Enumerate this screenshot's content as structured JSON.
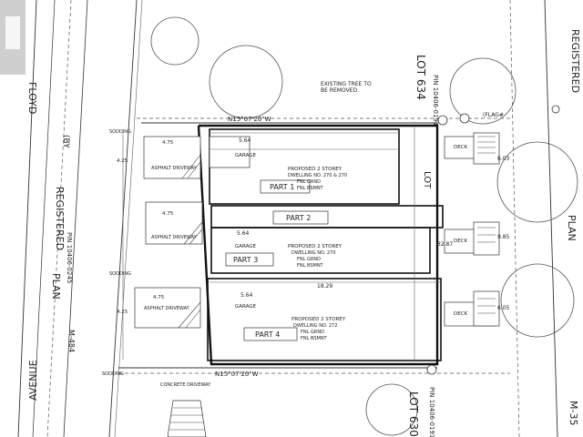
{
  "labels": {
    "avenue": "AVENUE",
    "floyd": "FLOYD",
    "registered_left": "REGISTERED",
    "registered_right": "REGISTERED",
    "plan_left": "PLAN",
    "plan_right": "PLAN",
    "pin_left": "PIN 10406-0245",
    "m484": "M-484",
    "lot634": "LOT 634",
    "lot630": "LOT 630",
    "lot_mid": "LOT",
    "pin_top": "PIN 10406-0191",
    "pin_bottom": "PIN 10406-0191",
    "m35": "M-35",
    "existing_tree": "EXISTING TREE TO",
    "existing_tree2": "BE REMOVED.",
    "bearing_top": "N15°07'20\"W",
    "bearing_bottom": "N15°07'20\"W",
    "by": "(BY",
    "tree_label": "(FLAG#"
  },
  "parts": {
    "part1": "PART 1",
    "part2": "PART 2",
    "part3": "PART 3",
    "part4": "PART 4"
  },
  "dwellings": {
    "d1_l1": "PROPOSED 2 STOREY",
    "d1_l2": "DWELLING NO. 270 & 270",
    "d1_l3": "FNL GRND",
    "d1_l4": "FNL BSMNT",
    "d2_l1": "PROPOSED 2 STOREY",
    "d2_l2": "DWELLING NO. 270",
    "d2_l3": "FNL GRND",
    "d2_l4": "FNL BSMNT",
    "d3_l1": "PROPOSED 2 STOREY",
    "d3_l2": "DWELLING NO. 272",
    "d3_l3": "FNL GRND",
    "d3_l4": "FNL BSMNT"
  },
  "rooms": {
    "garage1": "GARAGE",
    "garage2": "GARAGE",
    "garage3": "GARAGE",
    "deck1": "DECK",
    "deck2": "DECK",
    "deck3": "DECK",
    "driveway1": "ASPHALT DRIVEWAY",
    "driveway2": "ASPHALT DRIVEWAY",
    "driveway3": "ASPHALT DRIVEWAY",
    "concrete_driveway": "CONCRETE DRIVEWAY",
    "sodding1": "SODDING",
    "sodding2": "SODDING",
    "sodding3": "SODDING"
  },
  "dims": {
    "w1": "5.64",
    "w2": "5.64",
    "w3": "5.64",
    "len3": "18.29",
    "side1": "4.75",
    "side2": "4.75",
    "side3": "4.75",
    "front1": "4.25",
    "front2": "4.25",
    "v1": "32.87",
    "v2": "9.85",
    "v3": "6.03",
    "v4": "6.05"
  }
}
